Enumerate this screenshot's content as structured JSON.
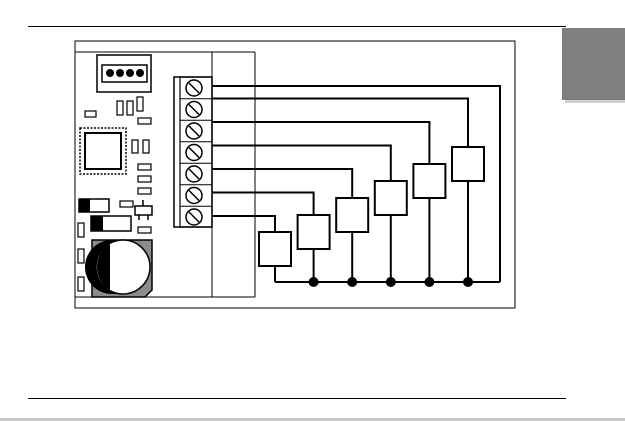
{
  "page": {
    "colors": {
      "line": "#000000",
      "background": "#ffffff",
      "side_tab": "#7f7f7f",
      "bottom_strip": "#c8c8c8"
    }
  },
  "diagram": {
    "terminal_block": {
      "screw_count": 7,
      "screw_icon": "screw-terminal-icon"
    },
    "loads": {
      "count": 6,
      "shape": "rectangle"
    },
    "connector": {
      "pin_count": 4
    },
    "common_return_junctions": 5
  }
}
